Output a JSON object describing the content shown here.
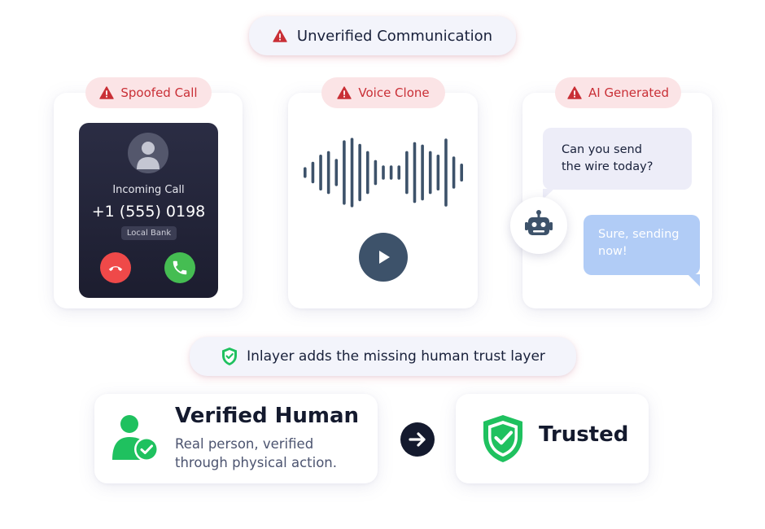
{
  "header": {
    "label": "Unverified Communication"
  },
  "threats": [
    {
      "tag": "Spoofed Call"
    },
    {
      "tag": "Voice Clone"
    },
    {
      "tag": "AI Generated"
    }
  ],
  "phone": {
    "status": "Incoming Call",
    "number": "+1 (555) 0198",
    "caller_id": "Local Bank"
  },
  "waveform": {
    "bars": [
      0.15,
      0.3,
      0.5,
      0.6,
      0.38,
      0.9,
      0.97,
      0.8,
      0.6,
      0.35,
      0.2,
      0.2,
      0.2,
      0.6,
      0.85,
      0.78,
      0.6,
      0.5,
      0.95,
      0.45,
      0.25
    ]
  },
  "chat": {
    "question": [
      "Can you send",
      "the wire today?"
    ],
    "answer": [
      "Sure, sending",
      "now!"
    ]
  },
  "trust_layer": {
    "label": "Inlayer adds the missing human trust layer"
  },
  "verified": {
    "title": "Verified Human",
    "subtitle": [
      "Real person, verified",
      "through physical action."
    ]
  },
  "trusted": {
    "label": "Trusted"
  },
  "colors": {
    "warning_red": "#c92f36",
    "tag_bg": "#fbe4e6",
    "success_green": "#1fc15f",
    "navy": "#141a2e",
    "slate": "#3d526a",
    "ai_bubble": "#b1ccf6",
    "user_bubble": "#ededf8"
  },
  "icons": {
    "warning": "warning-triangle-icon",
    "caller": "user-silhouette-icon",
    "decline": "phone-decline-icon",
    "accept": "phone-accept-icon",
    "play": "play-icon",
    "bot": "robot-icon",
    "shield": "shield-check-icon",
    "verified_user": "user-check-icon",
    "arrow": "arrow-right-icon"
  }
}
